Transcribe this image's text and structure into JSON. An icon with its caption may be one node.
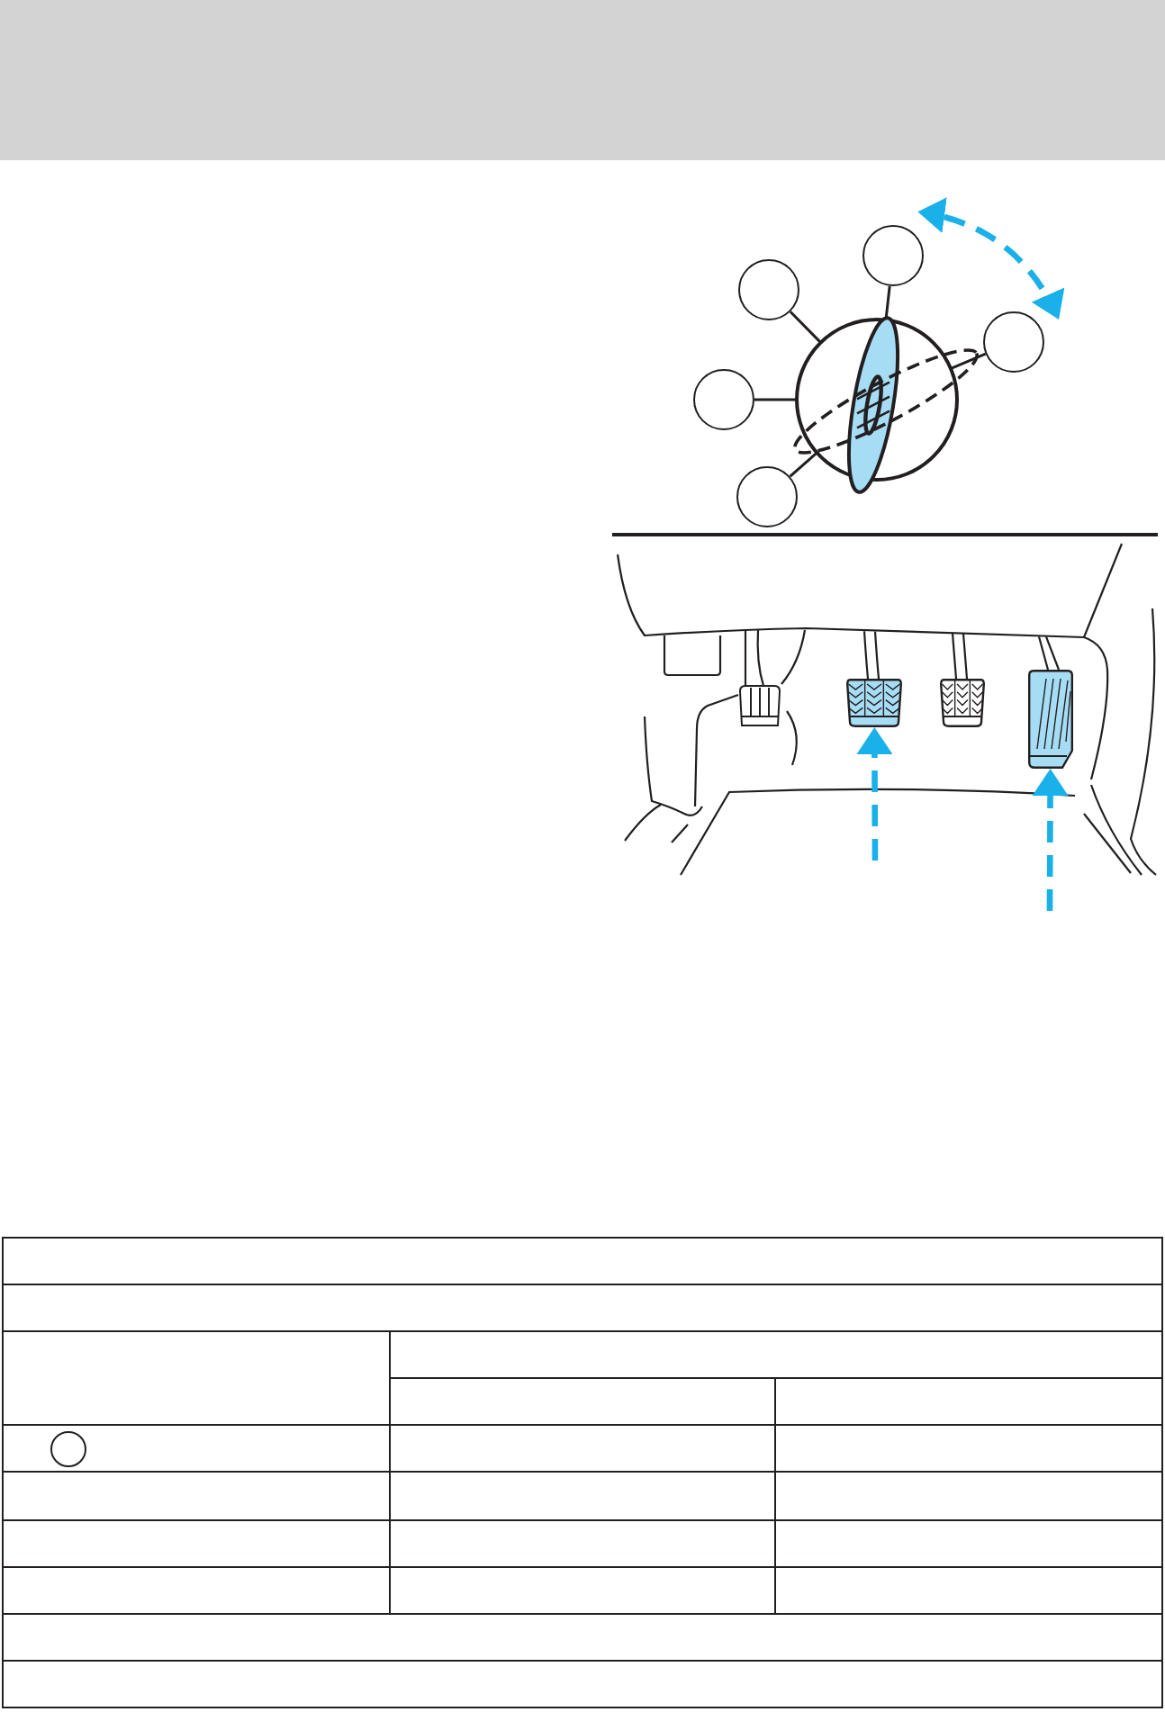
{
  "diagram": {
    "nodes": [
      {
        "text": [],
        "shape": "circle"
      },
      {
        "text": [],
        "shape": "circle"
      },
      {
        "text": [],
        "shape": "circle"
      },
      {
        "text": [],
        "shape": "circle"
      },
      {
        "text": [],
        "shape": "circle"
      },
      {
        "text": [],
        "shape": "picture"
      },
      {
        "text": [],
        "shape": "picture"
      },
      {
        "text": [],
        "shape": "picture"
      },
      {
        "text": [],
        "shape": "circle"
      }
    ],
    "edges": [
      {
        "from": 0,
        "to": 5,
        "arrow": "none"
      },
      {
        "from": 1,
        "to": 5,
        "arrow": "none"
      },
      {
        "from": 2,
        "to": 5,
        "arrow": "none"
      },
      {
        "from": 3,
        "to": 5,
        "arrow": "none"
      },
      {
        "from": 4,
        "to": 5,
        "arrow": "none"
      },
      {
        "from": null,
        "to": 6,
        "arrow": "to",
        "style": "dashed",
        "color": "#1ab0ea"
      },
      {
        "from": null,
        "to": 7,
        "arrow": "to",
        "style": "dashed",
        "color": "#1ab0ea"
      },
      {
        "from": 0,
        "to": 2,
        "arrow": "both",
        "style": "dashed",
        "color": "#1ab0ea"
      }
    ]
  }
}
